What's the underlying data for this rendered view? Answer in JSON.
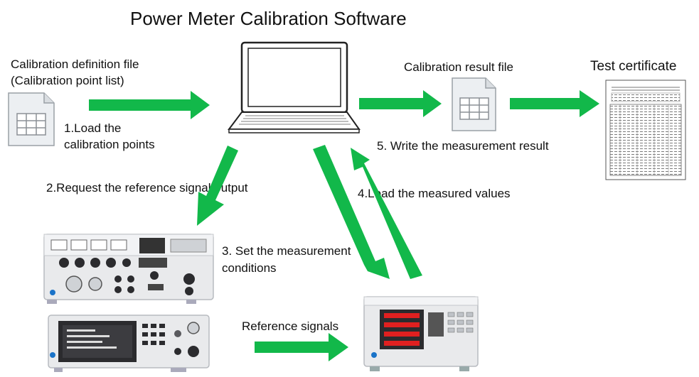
{
  "title": "Power Meter Calibration Software",
  "labels": {
    "definition_file_line1": "Calibration definition file",
    "definition_file_line2": "(Calibration point list)",
    "step1_line1": "1.Load the",
    "step1_line2": "calibration points",
    "step2": "2.Request the reference signal output",
    "step3_line1": "3. Set the measurement",
    "step3_line2": "conditions",
    "step4": "4.Load the measured values",
    "step5": "5. Write the measurement result",
    "result_file": "Calibration result file",
    "test_certificate": "Test certificate",
    "reference_signals": "Reference signals"
  },
  "colors": {
    "arrow_green": "#12b84a",
    "device_gray": "#e9eaec",
    "panel_dark": "#2b2b2e",
    "display_red": "#e02020",
    "screen_white": "#ffffff"
  },
  "icons": {
    "definition_file": "spreadsheet-file-icon",
    "result_file": "spreadsheet-file-icon",
    "computer": "laptop-icon",
    "certificate": "certificate-document-icon",
    "calibrator_top": "signal-calibrator-device",
    "calibrator_bottom": "reference-source-device",
    "power_meter": "power-meter-device"
  }
}
